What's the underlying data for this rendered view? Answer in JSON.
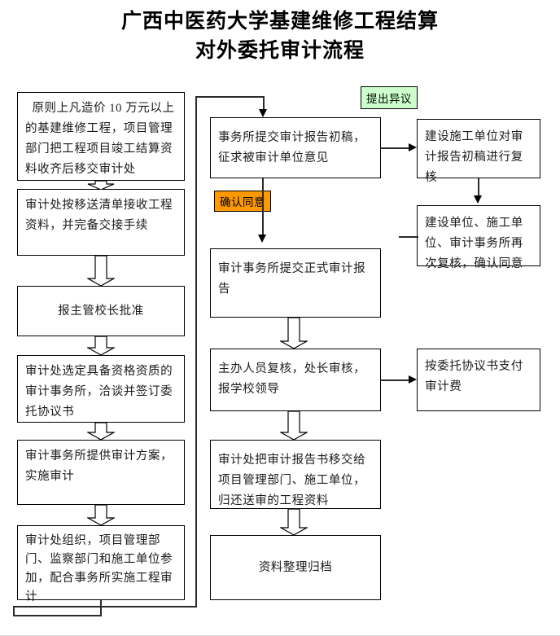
{
  "title": {
    "line1": "广西中医药大学基建维修工程结算",
    "line2": "对外委托审计流程"
  },
  "colors": {
    "tag_objection_bg": "#ccffcc",
    "tag_agree_bg": "#ff9900",
    "box_border": "#000000",
    "box_bg": "#ffffff",
    "connector": "#000000"
  },
  "left_column": {
    "boxes": [
      {
        "id": "left-1",
        "text": "  原则上凡造价 10 万元以上的基建维修工程，项目管理部门把工程项目竣工结算资料收齐后移交审计处"
      },
      {
        "id": "left-2",
        "text": "审计处按移送清单接收工程资料，并完备交接手续"
      },
      {
        "id": "left-3",
        "text": "报主管校长批准"
      },
      {
        "id": "left-4",
        "text": "审计处选定具备资格资质的审计事务所，洽谈并签订委托协议书"
      },
      {
        "id": "left-5",
        "text": "审计事务所提供审计方案，实施审计"
      },
      {
        "id": "left-6",
        "text": "审计处组织，项目管理部门、监察部门和施工单位参加，配合事务所实施工程审计"
      }
    ]
  },
  "middle_column": {
    "boxes": [
      {
        "id": "mid-1",
        "text": "事务所提交审计报告初稿，征求被审计单位意见"
      },
      {
        "id": "mid-2",
        "text": "审计事务所提交正式审计报告"
      },
      {
        "id": "mid-3",
        "text": "主办人员复核，处长审核，报学校领导"
      },
      {
        "id": "mid-4",
        "text": "审计处把审计报告书移交给项目管理部门、施工单位，归还送审的工程资料"
      },
      {
        "id": "mid-5",
        "text": "资料整理归档"
      }
    ]
  },
  "right_column": {
    "boxes": [
      {
        "id": "right-1",
        "text": "建设施工单位对审计报告初稿进行复核"
      },
      {
        "id": "right-2",
        "text": "建设单位、施工单位、审计事务所再次复核，确认同意"
      },
      {
        "id": "right-3",
        "text": "按委托协议书支付审计费"
      }
    ]
  },
  "tags": [
    {
      "id": "tag-objection",
      "text": "提出异议"
    },
    {
      "id": "tag-agree",
      "text": "确认同意"
    }
  ]
}
